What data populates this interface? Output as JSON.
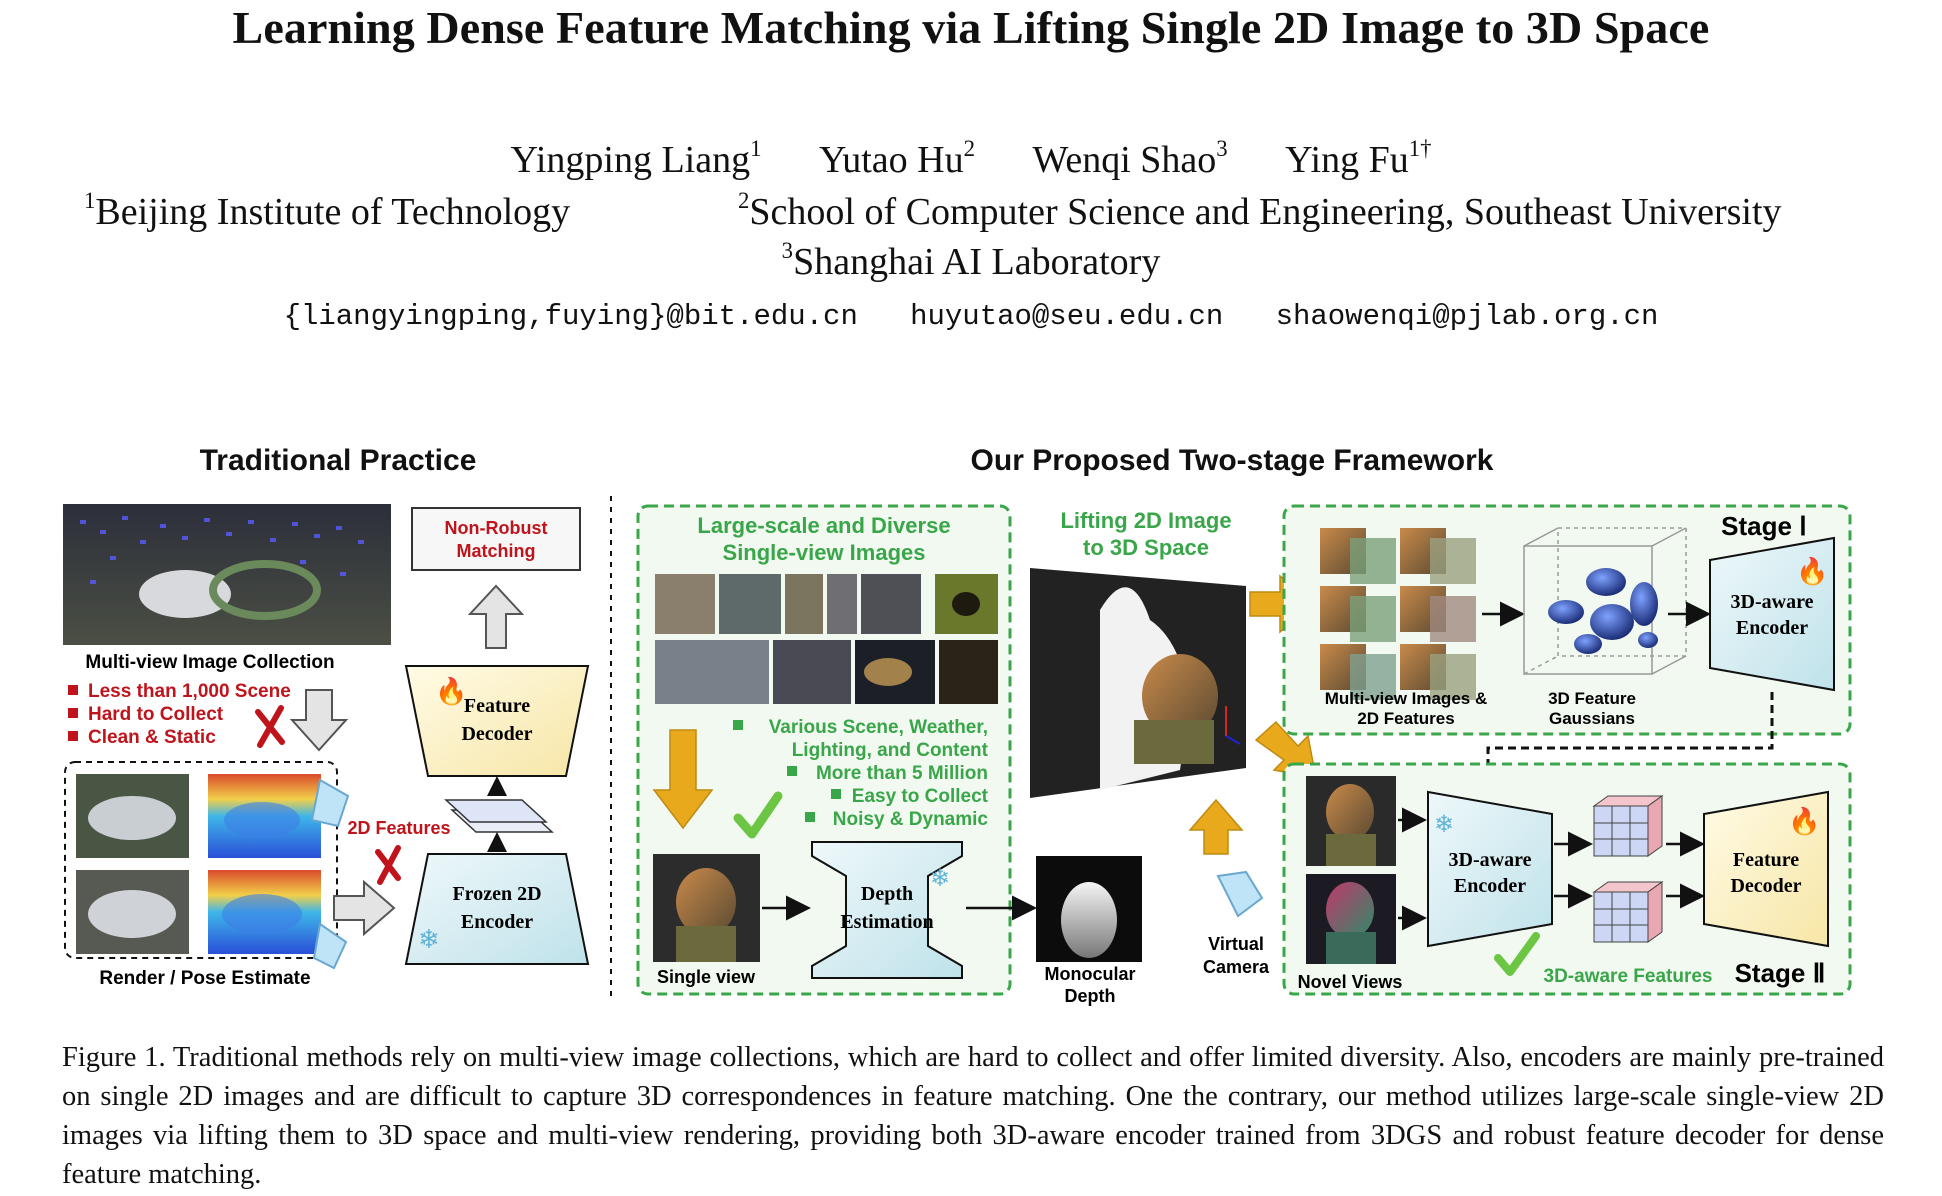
{
  "paper": {
    "title": "Learning Dense Feature Matching via Lifting Single 2D Image to 3D Space",
    "authors": [
      {
        "name": "Yingping Liang",
        "mark": "1"
      },
      {
        "name": "Yutao Hu",
        "mark": "2"
      },
      {
        "name": "Wenqi Shao",
        "mark": "3"
      },
      {
        "name": "Ying Fu",
        "mark": "1†"
      }
    ],
    "affiliations": [
      {
        "mark": "1",
        "name": "Beijing Institute of Technology"
      },
      {
        "mark": "2",
        "name": "School of Computer Science and Engineering, Southeast University"
      },
      {
        "mark": "3",
        "name": "Shanghai AI Laboratory"
      }
    ],
    "emails": [
      "{liangyingping,fuying}@bit.edu.cn",
      "huyutao@seu.edu.cn",
      "shaowenqi@pjlab.org.cn"
    ]
  },
  "figure": {
    "left_title": "Traditional Practice",
    "right_title": "Our Proposed Two-stage Framework",
    "multiview_label": "Multi-view Image Collection",
    "bad_points": [
      "Less than 1,000 Scene",
      "Hard to Collect",
      "Clean & Static"
    ],
    "render_label": "Render / Pose Estimate",
    "features_2d": "2D Features",
    "non_robust_1": "Non-Robust",
    "non_robust_2": "Matching",
    "feat_dec_1": "Feature",
    "feat_dec_2": "Decoder",
    "frozen_1": "Frozen 2D",
    "frozen_2": "Encoder",
    "large_scale_1": "Large-scale and Diverse",
    "large_scale_2": "Single-view Images",
    "good_points": [
      "Various Scene, Weather,",
      "Lighting, and Content",
      "More than 5 Million",
      "Easy to Collect",
      "Noisy & Dynamic"
    ],
    "single_view": "Single view",
    "depth_1": "Depth",
    "depth_2": "Estimation",
    "lifting_1": "Lifting 2D Image",
    "lifting_2": "to 3D Space",
    "mono_1": "Monocular",
    "mono_2": "Depth",
    "virtual_1": "Virtual",
    "virtual_2": "Camera",
    "stage1": "Stage Ⅰ",
    "stage2": "Stage Ⅱ",
    "mv_feat_1": "Multi-view Images &",
    "mv_feat_2": "2D Features",
    "gauss_1": "3D Feature",
    "gauss_2": "Gaussians",
    "enc3d_1": "3D-aware",
    "enc3d_2": "Encoder",
    "novel_views": "Novel Views",
    "aware_features": "3D-aware Features",
    "feat_dec2_1": "Feature",
    "feat_dec2_2": "Decoder"
  },
  "caption": "Figure 1. Traditional methods rely on multi-view image collections, which are hard to collect and offer limited diversity. Also, encoders are mainly pre-trained on single 2D images and are difficult to capture 3D correspondences in feature matching. One the contrary, our method utilizes large-scale single-view 2D images via lifting them to 3D space and multi-view rendering, providing both 3D-aware encoder trained from 3DGS and robust feature decoder for dense feature matching.",
  "colors": {
    "green": "#3aa64a",
    "dark_red": "#c0141c",
    "orange": "#e8a91c",
    "teal_fill": "#d8eef2",
    "light_yellow": "#fdf3cf"
  }
}
